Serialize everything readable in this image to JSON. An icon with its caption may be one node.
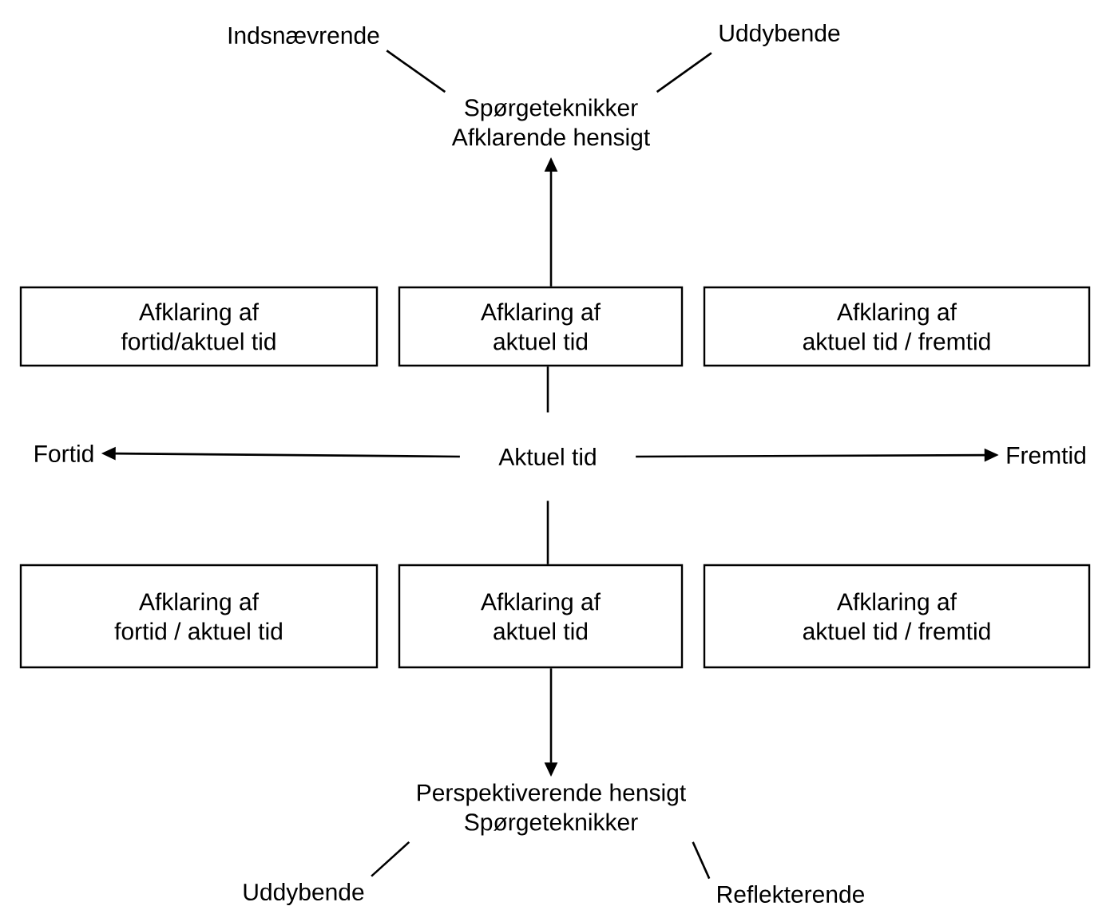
{
  "diagram": {
    "nodes": [
      {
        "text": [
          "Indsnævrende"
        ]
      },
      {
        "text": [
          "Uddybende"
        ]
      },
      {
        "text": [
          "Spørgeteknikker",
          "Afklarende hensigt"
        ]
      },
      {
        "text": [
          "Afklaring af",
          "fortid/aktuel tid"
        ]
      },
      {
        "text": [
          "Afklaring af",
          "aktuel tid"
        ]
      },
      {
        "text": [
          "Afklaring af",
          "aktuel tid / fremtid"
        ]
      },
      {
        "text": [
          "Fortid"
        ]
      },
      {
        "text": [
          "Aktuel tid"
        ]
      },
      {
        "text": [
          "Fremtid"
        ]
      },
      {
        "text": [
          "Afklaring af",
          "fortid / aktuel tid"
        ]
      },
      {
        "text": [
          "Afklaring af",
          "aktuel tid"
        ]
      },
      {
        "text": [
          "Afklaring af",
          "aktuel tid / fremtid"
        ]
      },
      {
        "text": [
          "Perspektiverende hensigt",
          "Spørgeteknikker"
        ]
      },
      {
        "text": [
          "Uddybende"
        ]
      },
      {
        "text": [
          "Reflekterende"
        ]
      }
    ],
    "edges": [
      {
        "from": 2,
        "to": 0,
        "arrow": "none"
      },
      {
        "from": 2,
        "to": 1,
        "arrow": "none"
      },
      {
        "from": 4,
        "to": 2,
        "arrow": "to"
      },
      {
        "from": 7,
        "to": 4,
        "arrow": "none"
      },
      {
        "from": 7,
        "to": 6,
        "arrow": "to"
      },
      {
        "from": 7,
        "to": 8,
        "arrow": "to"
      },
      {
        "from": 7,
        "to": 10,
        "arrow": "none"
      },
      {
        "from": 10,
        "to": 12,
        "arrow": "to"
      },
      {
        "from": 12,
        "to": 13,
        "arrow": "none"
      },
      {
        "from": 12,
        "to": 14,
        "arrow": "none"
      }
    ]
  }
}
